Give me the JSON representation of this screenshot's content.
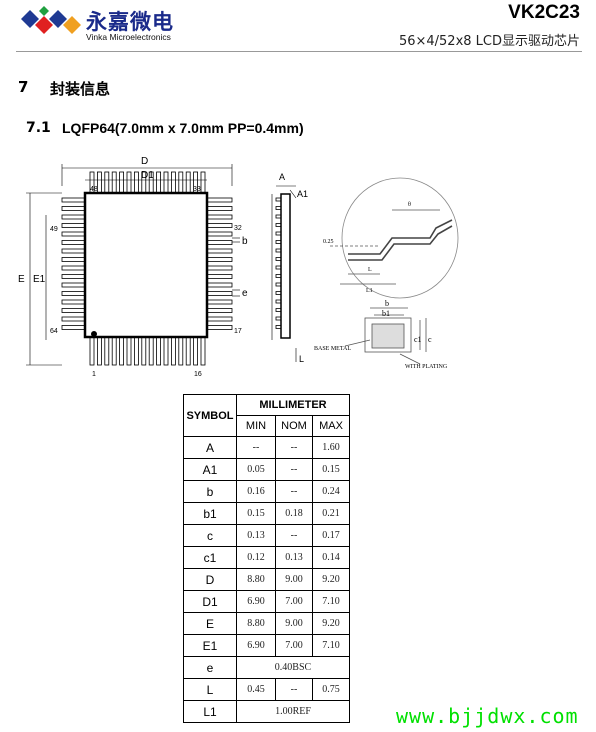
{
  "header": {
    "brand_cn": "永嘉微电",
    "brand_en": "Vinka Microelectronics",
    "doc_title": "VK2C23",
    "doc_subtitle": "56×4/52x8 LCD显示驱动芯片",
    "logo_colors": [
      "#1f3a93",
      "#e02020",
      "#1f3a93",
      "#f0a020",
      "#20a040"
    ]
  },
  "section": {
    "number": "7",
    "title": "封装信息"
  },
  "subsection": {
    "number": "7.1",
    "title": "LQFP64(7.0mm x 7.0mm PP=0.4mm)"
  },
  "drawing": {
    "top_view": {
      "labels": {
        "D": "D",
        "D1": "D1",
        "E": "E",
        "E1": "E1",
        "b": "b",
        "e": "e"
      },
      "pins": {
        "p48": "48",
        "p33": "33",
        "p49": "49",
        "p32": "32",
        "p64": "64",
        "p17": "17",
        "p1": "1",
        "p16": "16"
      }
    },
    "side_view": {
      "A": "A",
      "A1": "A1",
      "L": "L"
    },
    "detail": {
      "theta": "θ",
      "gauge": "0.25",
      "L": "L",
      "L1": "L1",
      "b": "b",
      "b1": "b1",
      "c": "c",
      "c1": "c1",
      "base_metal": "BASE METAL",
      "with_plating": "WITH PLATING"
    }
  },
  "table": {
    "symbol_header": "SYMBOL",
    "unit_header": "MILLIMETER",
    "col_headers": [
      "MIN",
      "NOM",
      "MAX"
    ],
    "rows": [
      {
        "sym": "A",
        "min": "--",
        "nom": "--",
        "max": "1.60"
      },
      {
        "sym": "A1",
        "min": "0.05",
        "nom": "--",
        "max": "0.15"
      },
      {
        "sym": "b",
        "min": "0.16",
        "nom": "--",
        "max": "0.24"
      },
      {
        "sym": "b1",
        "min": "0.15",
        "nom": "0.18",
        "max": "0.21"
      },
      {
        "sym": "c",
        "min": "0.13",
        "nom": "--",
        "max": "0.17"
      },
      {
        "sym": "c1",
        "min": "0.12",
        "nom": "0.13",
        "max": "0.14"
      },
      {
        "sym": "D",
        "min": "8.80",
        "nom": "9.00",
        "max": "9.20"
      },
      {
        "sym": "D1",
        "min": "6.90",
        "nom": "7.00",
        "max": "7.10"
      },
      {
        "sym": "E",
        "min": "8.80",
        "nom": "9.00",
        "max": "9.20"
      },
      {
        "sym": "E1",
        "min": "6.90",
        "nom": "7.00",
        "max": "7.10"
      }
    ],
    "row_e": {
      "sym": "e",
      "value": "0.40BSC"
    },
    "row_L": {
      "sym": "L",
      "min": "0.45",
      "nom": "--",
      "max": "0.75"
    },
    "row_L1": {
      "sym": "L1",
      "value": "1.00REF"
    }
  },
  "watermark": "www.bjjdwx.com"
}
